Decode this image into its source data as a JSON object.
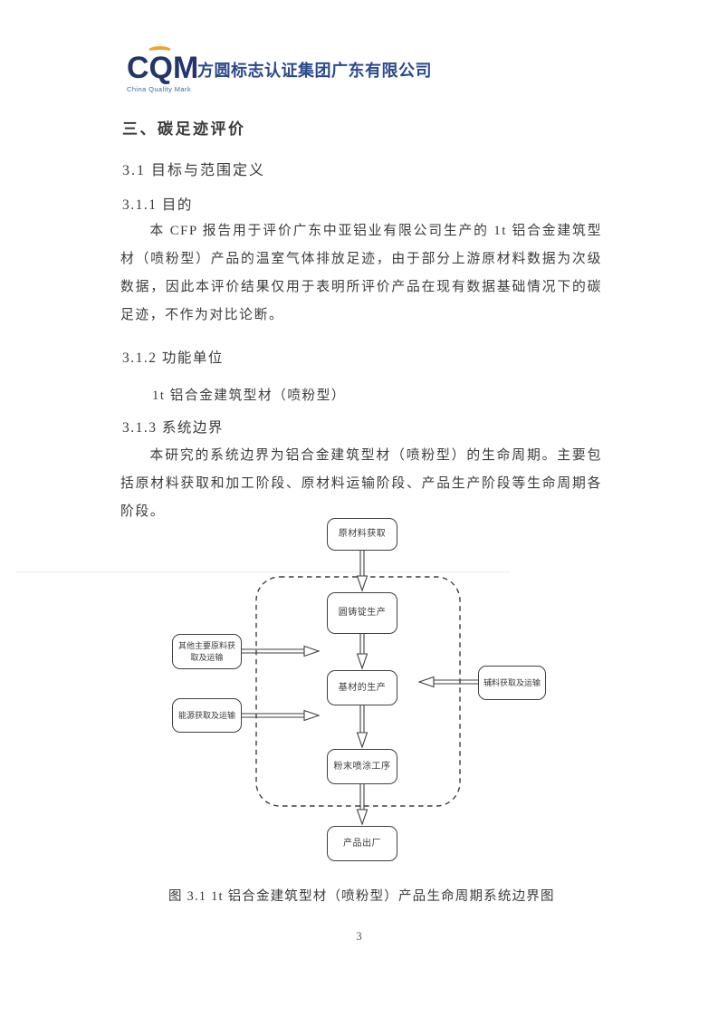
{
  "logo": {
    "acronym": "CQM",
    "tagline": "China Quality Mark",
    "company": "方圆标志认证集团广东有限公司",
    "brand_blue": "#24356d",
    "brand_blue_light": "#3f65a8",
    "brand_orange": "#efa32f"
  },
  "headings": {
    "h1": "三、碳足迹评价",
    "h2": "3.1 目标与范围定义",
    "h3_purpose": "3.1.1 目的",
    "h3_functional_unit": "3.1.2 功能单位",
    "h3_system_boundary": "3.1.3 系统边界"
  },
  "paragraphs": {
    "purpose": "本 CFP 报告用于评价广东中亚铝业有限公司生产的 1t 铝合金建筑型材（喷粉型）产品的温室气体排放足迹，由于部分上游原材料数据为次级数据，因此本评价结果仅用于表明所评价产品在现有数据基础情况下的碳足迹，不作为对比论断。",
    "functional_unit": "1t 铝合金建筑型材（喷粉型）",
    "system_boundary": "本研究的系统边界为铝合金建筑型材（喷粉型）的生命周期。主要包括原材料获取和加工阶段、原材料运输阶段、产品生产阶段等生命周期各阶段。"
  },
  "diagram": {
    "nodes": {
      "raw_material": "原材料获取",
      "ingot": "圆铸锭生产",
      "base_material": "基材的生产",
      "powder_coating": "粉末喷涂工序",
      "product_exit": "产品出厂",
      "other_materials": "其他主要原料获取及运输",
      "energy": "能源获取及运输",
      "auxiliary": "辅料获取及运输"
    },
    "caption": "图 3.1 1t 铝合金建筑型材（喷粉型）产品生命周期系统边界图"
  },
  "page": {
    "number": "3"
  }
}
